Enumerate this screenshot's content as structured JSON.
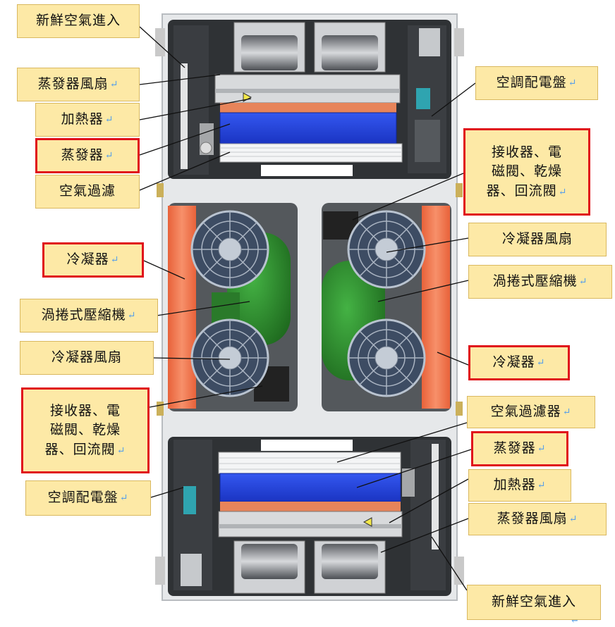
{
  "labels": {
    "fresh_air_top": "新鮮空氣進入",
    "evap_fan_top": "蒸發器風扇",
    "heater_top": "加熱器",
    "evaporator_top": "蒸發器",
    "air_filter_top": "空氣過濾",
    "ac_panel_top": "空調配電盤",
    "receiver_valves_top_line1": "接收器、電",
    "receiver_valves_top_line2": "磁閥、乾燥",
    "receiver_valves_top_line3": "器、回流閥",
    "condenser_fan_right": "冷凝器風扇",
    "scroll_compressor_right": "渦捲式壓縮機",
    "condenser_right": "冷凝器",
    "condenser_left": "冷凝器",
    "scroll_compressor_left": "渦捲式壓縮機",
    "condenser_fan_left": "冷凝器風扇",
    "receiver_valves_bottom_line1": "接收器、電",
    "receiver_valves_bottom_line2": "磁閥、乾燥",
    "receiver_valves_bottom_line3": "器、回流閥",
    "ac_panel_bottom": "空調配電盤",
    "air_filter_bottom": "空氣過濾器",
    "evaporator_bottom": "蒸發器",
    "heater_bottom": "加熱器",
    "evap_fan_bottom": "蒸發器風扇",
    "fresh_air_bottom": "新鮮空氣進入"
  },
  "return_mark": "↵",
  "colors": {
    "label_fill": "#fde9a6",
    "highlight_border": "#e0121b",
    "condenser": "#f27a4f",
    "evaporator": "#1f3fd8",
    "compressor": "#2e8a2e",
    "frame": "#e6e8ea"
  }
}
